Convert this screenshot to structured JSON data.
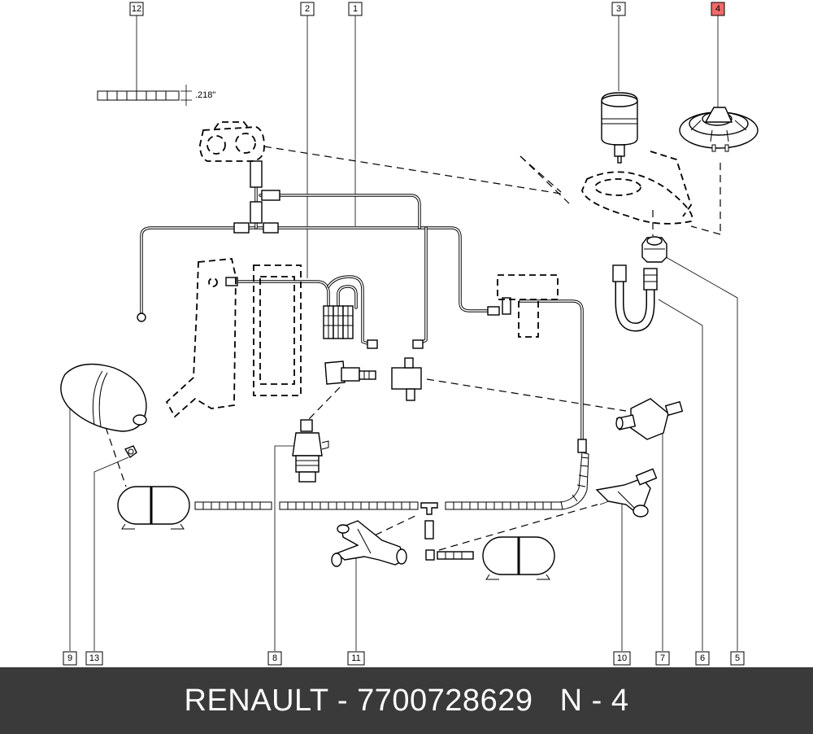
{
  "diagram": {
    "callouts": [
      {
        "id": "12",
        "label": "12"
      },
      {
        "id": "2",
        "label": "2"
      },
      {
        "id": "1",
        "label": "1"
      },
      {
        "id": "3",
        "label": "3"
      },
      {
        "id": "4",
        "label": "4"
      },
      {
        "id": "9",
        "label": "9"
      },
      {
        "id": "13",
        "label": "13"
      },
      {
        "id": "8",
        "label": "8"
      },
      {
        "id": "11",
        "label": "11"
      },
      {
        "id": "10",
        "label": "10"
      },
      {
        "id": "7",
        "label": "7"
      },
      {
        "id": "6",
        "label": "6"
      },
      {
        "id": "5",
        "label": "5"
      }
    ],
    "highlighted_callout": "4",
    "highlight_color": "#f06a6a",
    "dimension_label": ".218\""
  },
  "footer": {
    "text": "RENAULT - 7700728629   N - 4",
    "background": "#3a3a3a",
    "text_color": "#ffffff"
  }
}
